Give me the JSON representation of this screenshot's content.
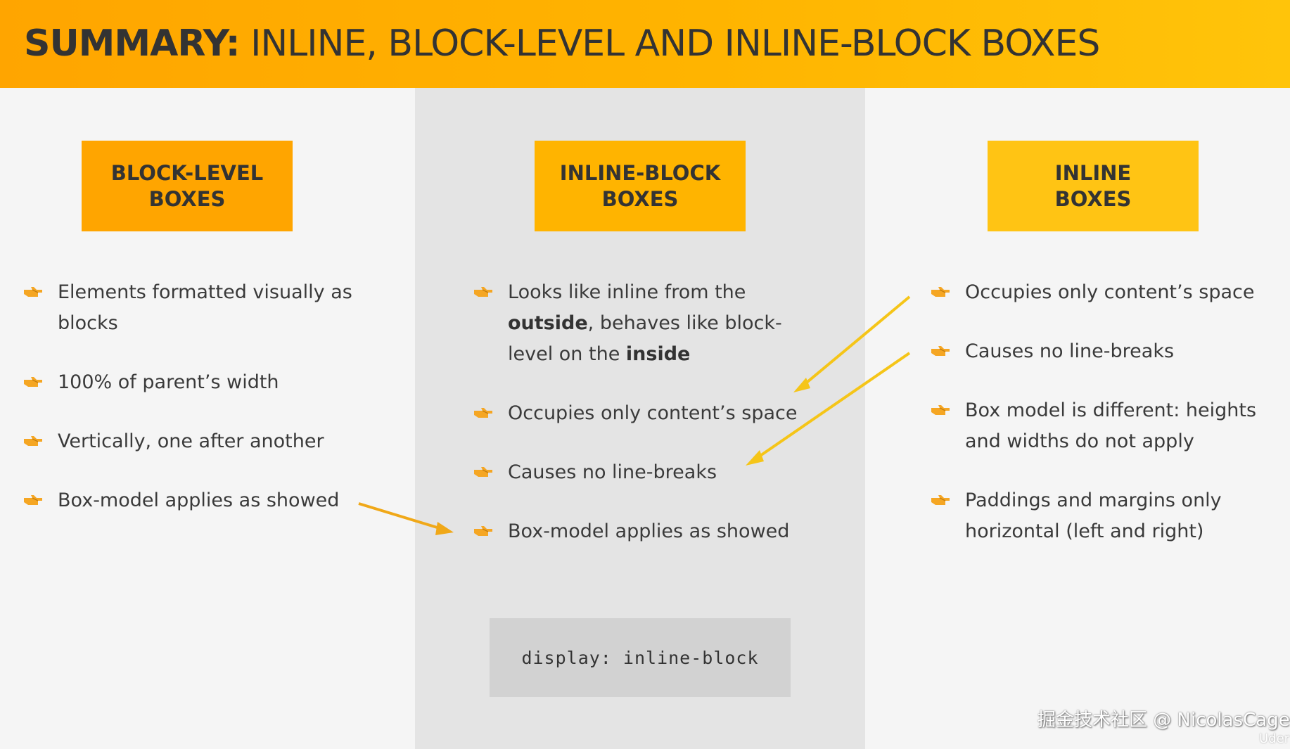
{
  "header": {
    "title_bold": "SUMMARY:",
    "title_rest": " INLINE, BLOCK-LEVEL AND INLINE-BLOCK BOXES"
  },
  "columns": [
    {
      "tag": "BLOCK-LEVEL\nBOXES",
      "items": [
        {
          "text": "Elements formatted visually as blocks"
        },
        {
          "text": "100% of parent’s width"
        },
        {
          "text": "Vertically, one after another"
        },
        {
          "text": "Box-model applies as showed"
        }
      ]
    },
    {
      "tag": "INLINE-BLOCK\nBOXES",
      "items": [
        {
          "pre": "Looks like inline from the ",
          "b1": "outside",
          "mid": ", behaves like block-level on the ",
          "b2": "inside"
        },
        {
          "text": "Occupies only content’s space"
        },
        {
          "text": "Causes no line-breaks"
        },
        {
          "text": "Box-model applies as showed"
        }
      ],
      "code": "display: inline-block"
    },
    {
      "tag": "INLINE\nBOXES",
      "items": [
        {
          "text": "Occupies only content’s space"
        },
        {
          "text": "Causes no line-breaks"
        },
        {
          "text": "Box model is different: heights and widths do not apply"
        },
        {
          "text": "Paddings and margins only horizontal (left and right)"
        }
      ]
    }
  ],
  "colors": {
    "header_start": "#ffa500",
    "header_end": "#ffc40a",
    "arrow": "#f5c518",
    "arrow_left": "#f0a818",
    "bullet": "#f5a623"
  },
  "icons": {
    "bullet": "pointing-hand-icon",
    "arrow": "arrow-icon"
  },
  "watermark": "掘金技术社区 @ NicolasCage",
  "corner_mark": "Uder"
}
